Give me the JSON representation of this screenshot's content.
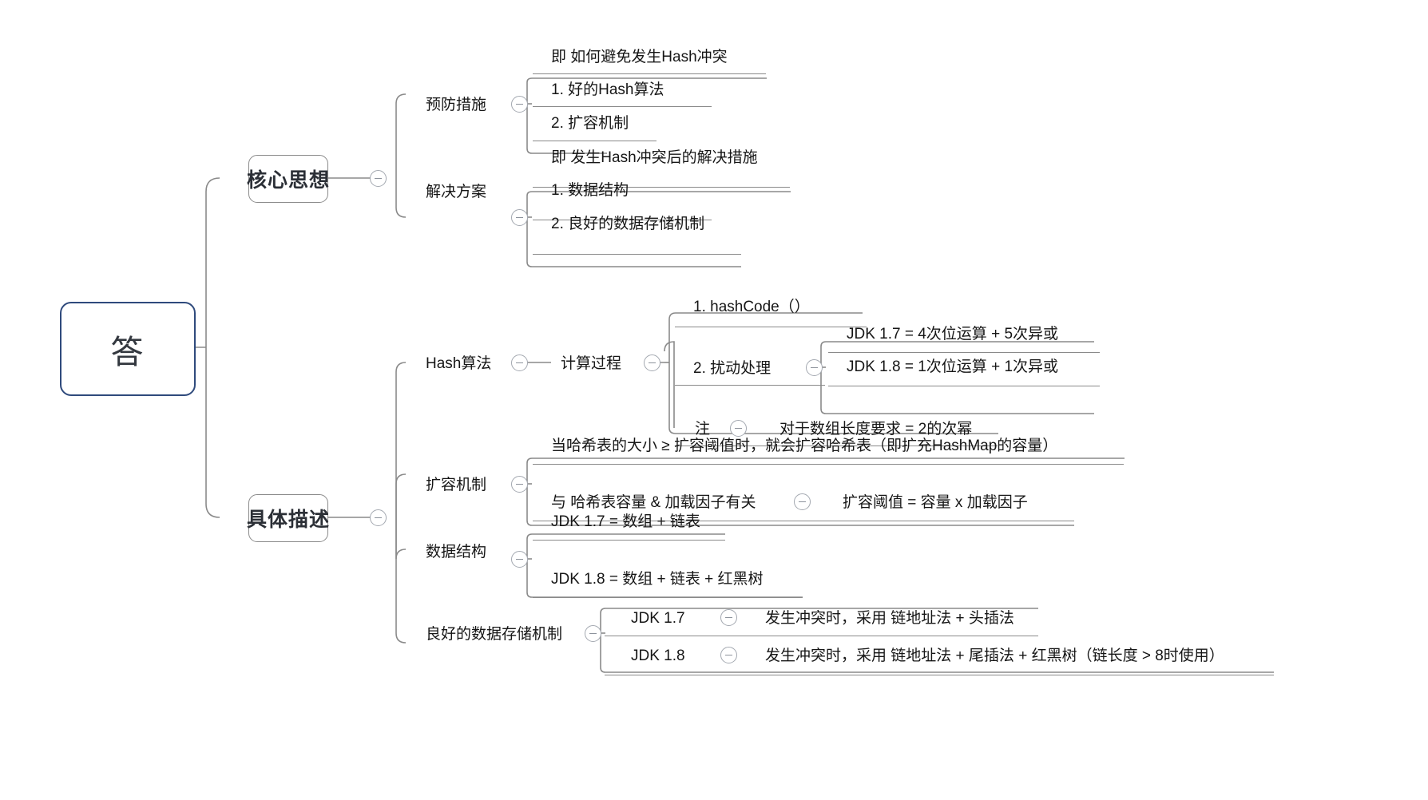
{
  "meta": {
    "kind": "mindmap",
    "root_border_color": "#2f4a7c",
    "line_color": "#8a8a8a",
    "text_color": "#161616",
    "background": "#ffffff"
  },
  "root": {
    "label": "答"
  },
  "branches": [
    {
      "label": "核心思想",
      "children": [
        {
          "label": "预防措施",
          "note": "即 如何避免发生Hash冲突",
          "items": [
            "1. 好的Hash算法",
            "2. 扩容机制"
          ]
        },
        {
          "label": "解决方案",
          "note": "即 发生Hash冲突后的解决措施",
          "items": [
            "1. 数据结构",
            "2. 良好的数据存储机制"
          ]
        }
      ]
    },
    {
      "label": "具体描述",
      "children": [
        {
          "label": "Hash算法",
          "sub_label": "计算过程",
          "note": "1. hashCode（）",
          "items": [
            "2. 扰动处理"
          ],
          "leaf_note": "JDK 1.7 = 4次位运算 + 5次异或",
          "leaf_items": [
            "JDK 1.8 = 1次位运算 + 1次异或"
          ],
          "footnote_label": "注",
          "footnote_value": "对于数组长度要求 = 2的次幂"
        },
        {
          "label": "扩容机制",
          "note": "当哈希表的大小 ≥ 扩容阈值时，就会扩容哈希表（即扩充HashMap的容量）",
          "items": [
            "与 哈希表容量 & 加载因子有关"
          ],
          "item_detail": "扩容阈值 = 容量 x 加载因子"
        },
        {
          "label": "数据结构",
          "note": "JDK 1.7 = 数组 + 链表",
          "items": [
            "JDK 1.8 =  数组 + 链表 + 红黑树"
          ]
        },
        {
          "label": "良好的数据存储机制",
          "rows": [
            {
              "version": "JDK 1.7",
              "detail": "发生冲突时，采用 链地址法 + 头插法"
            },
            {
              "version": "JDK 1.8",
              "detail": "发生冲突时，采用 链地址法 + 尾插法 + 红黑树（链长度 > 8时使用）"
            }
          ]
        }
      ]
    }
  ],
  "toggle": {
    "glyph": "−",
    "name": "collapse-toggle"
  }
}
